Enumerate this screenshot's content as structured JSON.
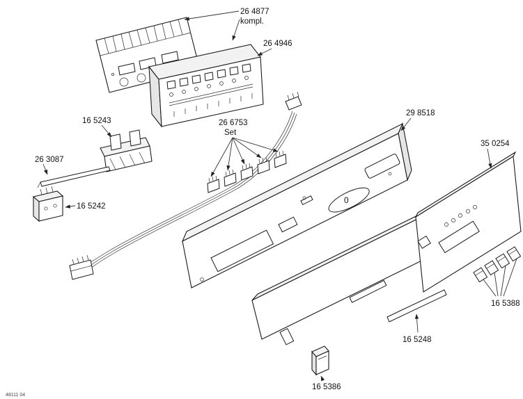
{
  "page": {
    "footer_code": "48111 04"
  },
  "diagram": {
    "panel_marking": "0",
    "labels": {
      "p264877_1": "26 4877",
      "p264877_2": "kompl.",
      "p264946": "26 4946",
      "p165243": "16 5243",
      "p263087": "26 3087",
      "p165242": "16 5242",
      "p266753_1": "26 6753",
      "p266753_2": "Set",
      "p298518": "29 8518",
      "p350254": "35 0254",
      "p165388": "16 5388",
      "p165248": "16 5248",
      "p165386": "16 5386"
    }
  }
}
